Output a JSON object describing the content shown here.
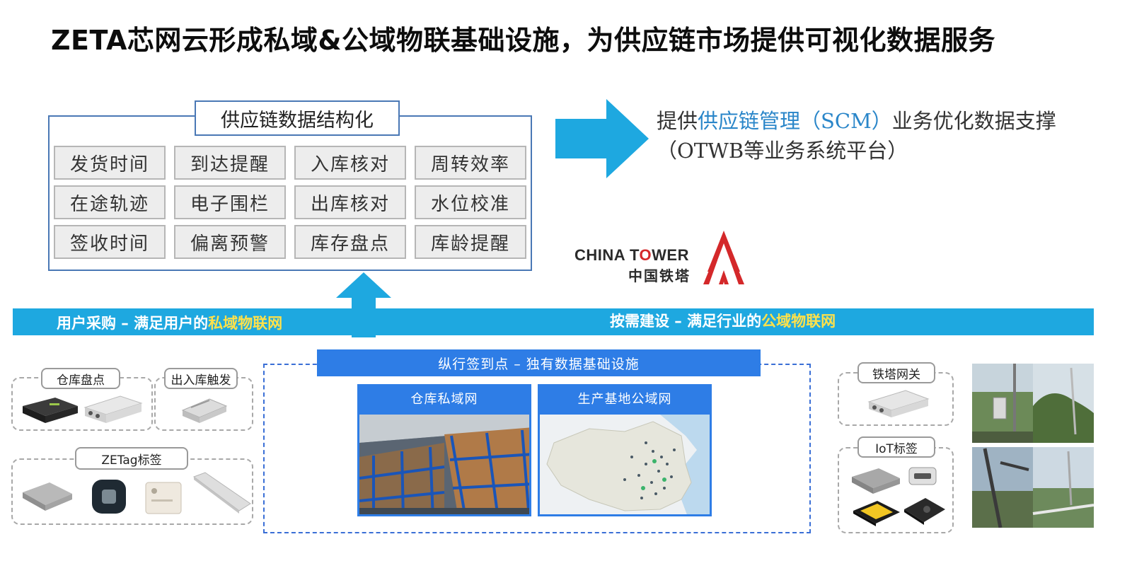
{
  "title": "ZETA芯网云形成私域&公域物联基础设施，为供应链市场提供可视化数据服务",
  "structured": {
    "title": "供应链数据结构化",
    "cells": [
      "发货时间",
      "到达提醒",
      "入库核对",
      "周转效率",
      "在途轨迹",
      "电子围栏",
      "出库核对",
      "水位校准",
      "签收时间",
      "偏离预警",
      "库存盘点",
      "库龄提醒"
    ]
  },
  "support": {
    "prefix": "提供",
    "highlight": "供应链管理（SCM）",
    "suffix": "业务优化数据支撑",
    "line2": "（OTWB等业务系统平台）"
  },
  "logo": {
    "en_a": "CHINA T",
    "en_b": "O",
    "en_c": "WER",
    "cn": "中国铁塔"
  },
  "band": {
    "left_prefix": "用户采购 – 满足用户的",
    "left_highlight": "私域物联网",
    "right_prefix": "按需建设  –  满足行业的",
    "right_highlight": "公域物联网"
  },
  "left_groups": {
    "inventory_tag": "仓库盘点",
    "inout_tag": "出入库触发",
    "zetag_tag": "ZETag标签"
  },
  "center": {
    "bar": "纵行签到点 – 独有数据基础设施",
    "panel_left": "仓库私域网",
    "panel_right": "生产基地公域网"
  },
  "right_groups": {
    "gateway_tag": "铁塔网关",
    "iot_tag": "IoT标签"
  },
  "colors": {
    "accent_blue": "#1ea8e0",
    "bar_blue": "#2e7de6",
    "highlight_yellow": "#ffe14a",
    "logo_red": "#d4282a"
  }
}
